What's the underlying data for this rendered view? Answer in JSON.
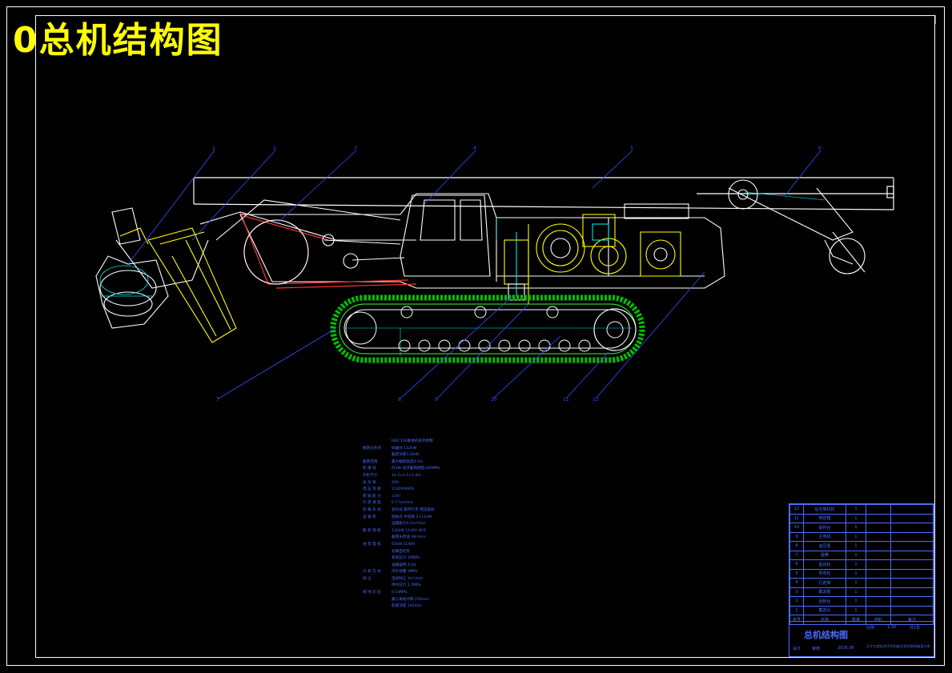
{
  "title": "0总机结构图",
  "balloons": {
    "top": [
      "1",
      "2",
      "3",
      "4",
      "5",
      "6"
    ],
    "bottom": [
      "7",
      "8",
      "9",
      "10",
      "11",
      "12"
    ]
  },
  "tech_spec": {
    "heading": "EBZ-132掘进机技术参数",
    "rows": [
      {
        "k": "截割头形式",
        "v": "纵轴式 132kW"
      },
      {
        "k": "",
        "v": "截割功率132kW"
      },
      {
        "k": "截割范围",
        "v": "最大截割高度4.5m"
      },
      {
        "k": "机 重 吨",
        "v": "约38t 经济截割硬度≤60MPa"
      },
      {
        "k": "外形尺寸",
        "v": "10.3×2.5×1.6m"
      },
      {
        "k": "总 功 率",
        "v": "200"
      },
      {
        "k": "电 压 等 级",
        "v": "1140V/660V"
      },
      {
        "k": "爬 坡 能 力",
        "v": "±16°"
      },
      {
        "k": "行 走 速 度",
        "v": "0-7.5m/min"
      },
      {
        "k": "装 载 形 式",
        "v": "星轮式 履带行走 液压驱动"
      },
      {
        "k": "运 输 机",
        "v": "刮板式 中双链 2×11kW"
      },
      {
        "k": "",
        "v": "运输能力3.2m³/min"
      },
      {
        "k": "截 割 电 机",
        "v": "132kW 1140V 水冷"
      },
      {
        "k": "",
        "v": "截割头转速 46r/min"
      },
      {
        "k": "油 泵 电 机",
        "v": "55kW 1140V"
      },
      {
        "k": "",
        "v": "双联齿轮泵"
      },
      {
        "k": "",
        "v": "系统压力 16MPa"
      },
      {
        "k": "",
        "v": "油箱容积 410L"
      },
      {
        "k": "冷 却 方 式",
        "v": "内外喷雾 3MPa"
      },
      {
        "k": "除 尘",
        "v": "湿式除尘 3m³/min"
      },
      {
        "k": "",
        "v": "供水压力 1.5MPa"
      },
      {
        "k": "接 地 比 压",
        "v": "0.14MPa"
      },
      {
        "k": "",
        "v": "最小离地间隙 250mm"
      },
      {
        "k": "",
        "v": "卧底深度 240mm"
      }
    ]
  },
  "title_block": {
    "parts": [
      {
        "no": "12",
        "name": "后支撑机构",
        "qty": "1"
      },
      {
        "no": "11",
        "name": "电控箱",
        "qty": "1"
      },
      {
        "no": "10",
        "name": "操作台",
        "qty": "1"
      },
      {
        "no": "9",
        "name": "主电机",
        "qty": "1"
      },
      {
        "no": "8",
        "name": "液压泵",
        "qty": "1"
      },
      {
        "no": "7",
        "name": "履带",
        "qty": "1"
      },
      {
        "no": "6",
        "name": "驱动轮",
        "qty": "1"
      },
      {
        "no": "5",
        "name": "导向轮",
        "qty": "1"
      },
      {
        "no": "4",
        "name": "行走架",
        "qty": "1"
      },
      {
        "no": "3",
        "name": "截割部",
        "qty": "1"
      },
      {
        "no": "2",
        "name": "回转台",
        "qty": "1"
      },
      {
        "no": "1",
        "name": "截割头",
        "qty": "1"
      }
    ],
    "header": {
      "no": "序号",
      "name": "名称",
      "qty": "数量",
      "mat": "材料",
      "note": "备注"
    },
    "drawing_name": "总机结构图",
    "scale_label": "比例",
    "scale": "1:20",
    "sheet_label": "共1张",
    "school": "辽宁工程技术大学机械工程学院机械设计系",
    "designer_label": "设计",
    "checker_label": "审核",
    "date": "2016.06"
  }
}
